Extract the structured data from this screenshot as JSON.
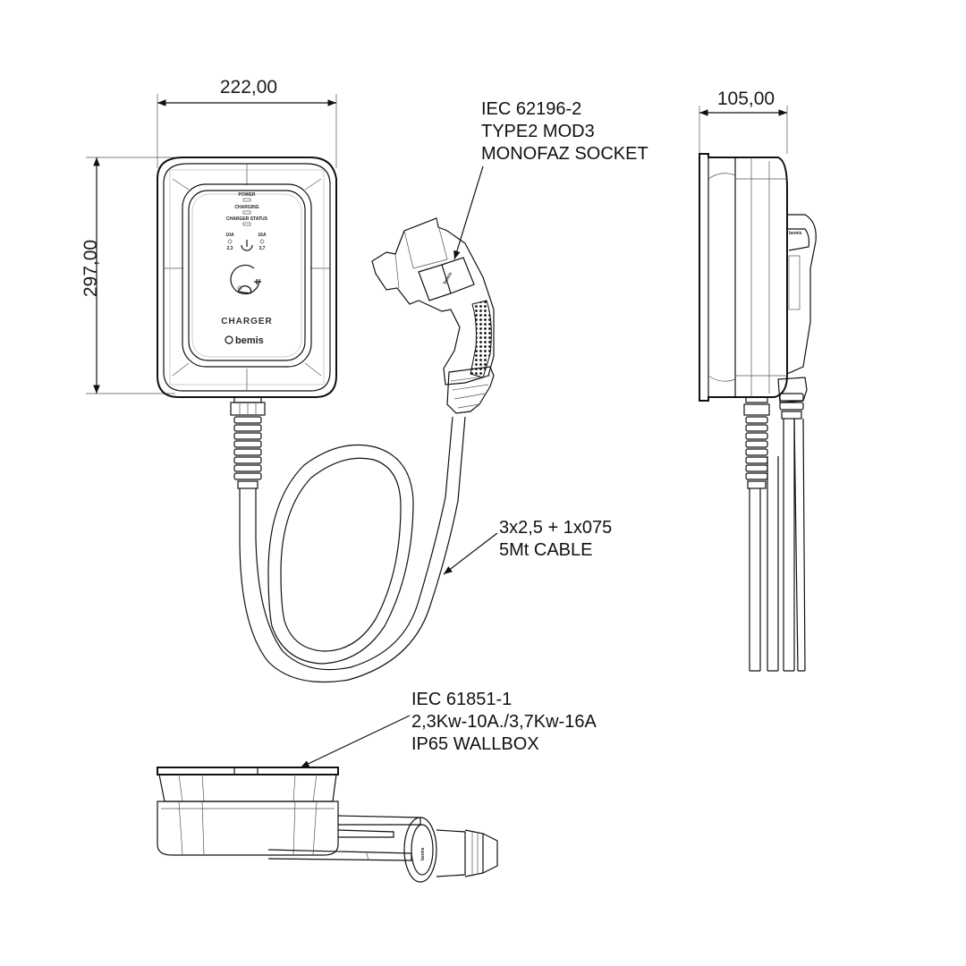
{
  "dimensions": {
    "width": "222,00",
    "height": "297,00",
    "depth": "105,00"
  },
  "callouts": {
    "socket": [
      "IEC 62196-2",
      "TYPE2 MOD3",
      "MONOFAZ SOCKET"
    ],
    "cable": [
      "3x2,5 + 1x075",
      "5Mt CABLE"
    ],
    "wallbox": [
      "IEC 61851-1",
      "2,3Kw-10A./3,7Kw-16A",
      "IP65 WALLBOX"
    ]
  },
  "device_panel": {
    "status_labels": [
      "POWER",
      "CHARGING",
      "CHARGER STATUS"
    ],
    "left_switch": [
      "10A",
      "2,3"
    ],
    "right_switch": [
      "16A",
      "3,7"
    ],
    "product_label": "CHARGER",
    "brand": "bemis"
  }
}
